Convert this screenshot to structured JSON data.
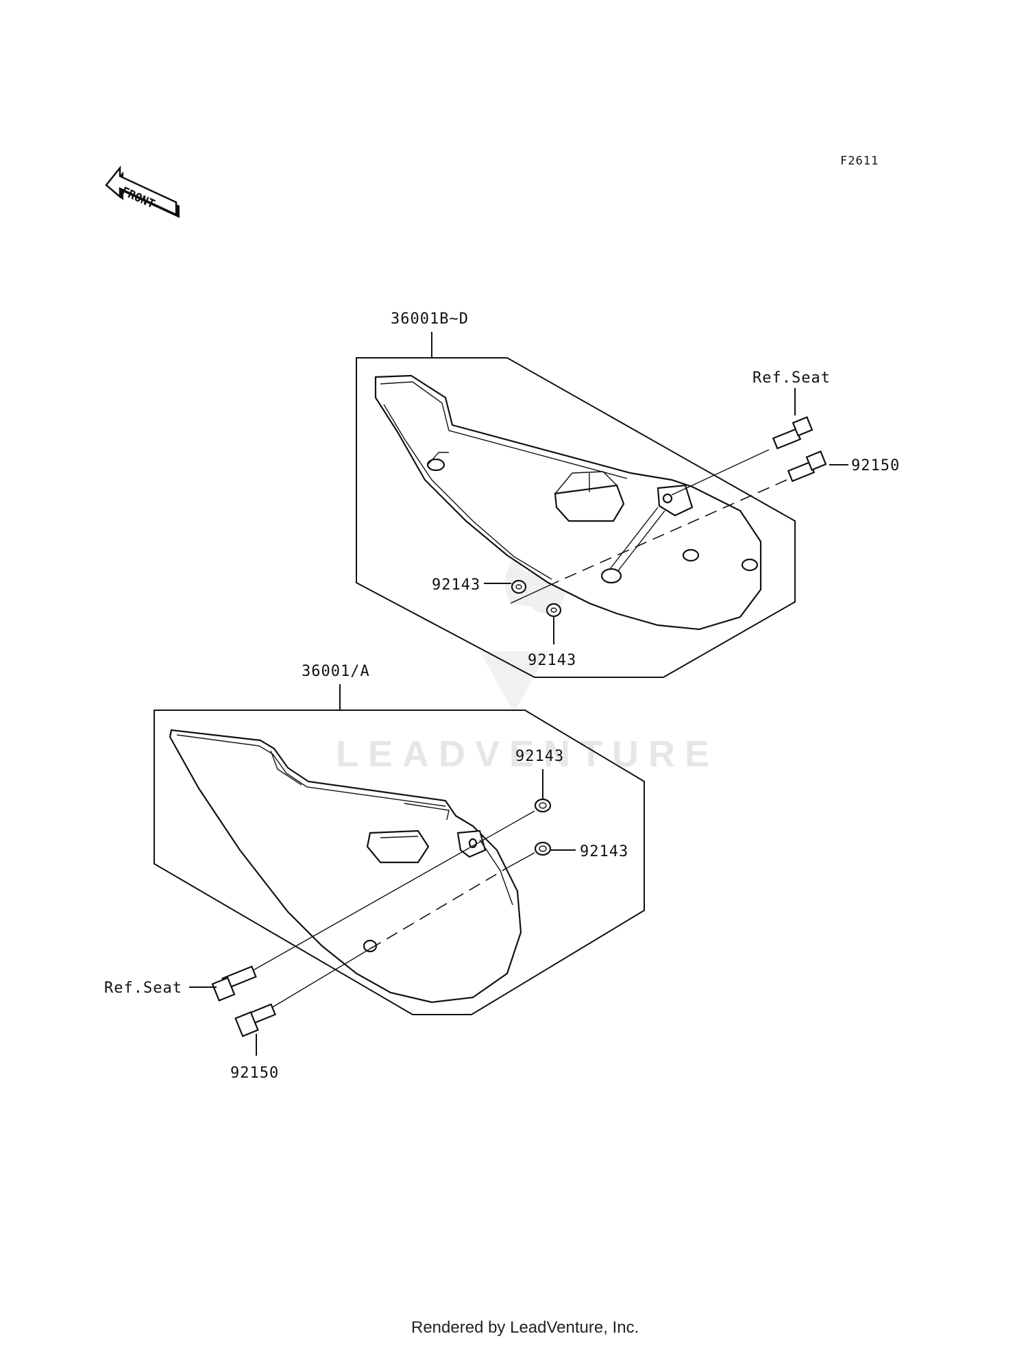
{
  "diagram_code": "F2611",
  "front_arrow_label": "FRONT",
  "watermark": "LEADVENTURE",
  "footer": "Rendered by LeadVenture, Inc.",
  "upper_assembly": {
    "cover_part": "36001B~D",
    "ref_label": "Ref.Seat",
    "bolt_part": "92150",
    "collar_part_1": "92143",
    "collar_part_2": "92143"
  },
  "lower_assembly": {
    "cover_part": "36001/A",
    "collar_part_1": "92143",
    "collar_part_2": "92143",
    "ref_label": "Ref.Seat",
    "bolt_part": "92150"
  }
}
